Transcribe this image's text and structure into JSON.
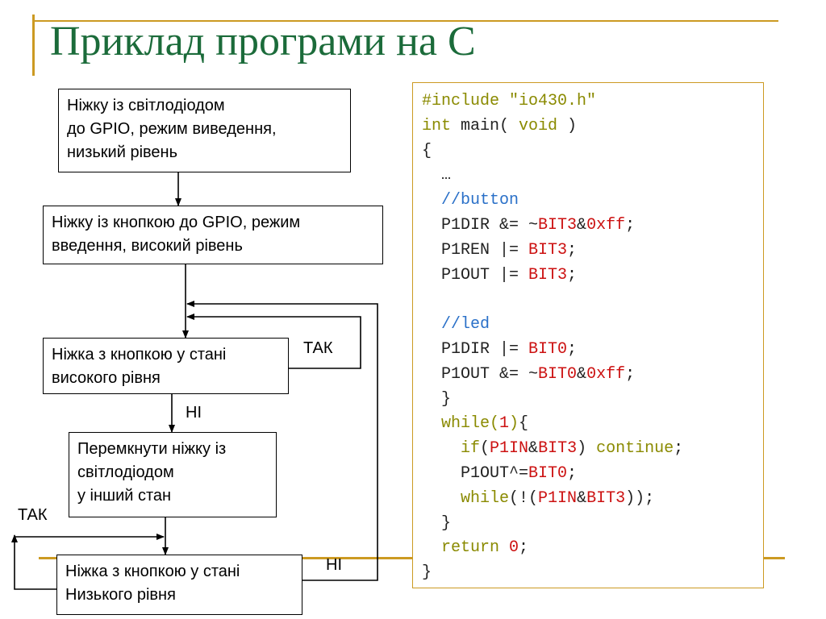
{
  "slide": {
    "title": "Приклад програми на С"
  },
  "flowchart": {
    "boxes": [
      {
        "id": "led-gpio-output",
        "text": "Ніжку із світлодіодом\nдо GPIO, режим виведення,\nнизький рівень"
      },
      {
        "id": "button-gpio-input",
        "text": "Ніжку із кнопкою до GPIO, режим\nвведення, високий рівень"
      },
      {
        "id": "button-high-check",
        "text": "Ніжка з кнопкою у стані\nвисокого рівня"
      },
      {
        "id": "toggle-led",
        "text": "Перемкнути ніжку із\nсвітлодіодом\nу інший стан"
      },
      {
        "id": "button-low-check",
        "text": "Ніжка з кнопкою у стані\nНизького рівня"
      }
    ],
    "labels": {
      "yes_1": "ТАК",
      "no_1": "НІ",
      "yes_2": "ТАК",
      "no_2": "НІ"
    }
  },
  "code": {
    "colors": {
      "default": "#222222",
      "keyword": "#8a8a00",
      "literal": "#cc1111",
      "comment": "#2a70c8"
    },
    "lines": [
      [
        [
          "kw",
          "#include \"io430.h\""
        ]
      ],
      [
        [
          "kw",
          "int"
        ],
        [
          "default",
          " main( "
        ],
        [
          "kw",
          "void"
        ],
        [
          "default",
          " )"
        ]
      ],
      [
        [
          "default",
          "{"
        ]
      ],
      [
        [
          "default",
          "  …"
        ]
      ],
      [
        [
          "com",
          "  //button"
        ]
      ],
      [
        [
          "default",
          "  P1DIR &= ~"
        ],
        [
          "red",
          "BIT3"
        ],
        [
          "default",
          "&"
        ],
        [
          "red",
          "0xff"
        ],
        [
          "default",
          ";"
        ]
      ],
      [
        [
          "default",
          "  P1REN |= "
        ],
        [
          "red",
          "BIT3"
        ],
        [
          "default",
          ";"
        ]
      ],
      [
        [
          "default",
          "  P1OUT |= "
        ],
        [
          "red",
          "BIT3"
        ],
        [
          "default",
          ";"
        ]
      ],
      [
        [
          "default",
          ""
        ]
      ],
      [
        [
          "com",
          "  //led"
        ]
      ],
      [
        [
          "default",
          "  P1DIR |= "
        ],
        [
          "red",
          "BIT0"
        ],
        [
          "default",
          ";"
        ]
      ],
      [
        [
          "default",
          "  P1OUT &= ~"
        ],
        [
          "red",
          "BIT0"
        ],
        [
          "default",
          "&"
        ],
        [
          "red",
          "0xff"
        ],
        [
          "default",
          ";"
        ]
      ],
      [
        [
          "default",
          "  }"
        ]
      ],
      [
        [
          "kw",
          "  while("
        ],
        [
          "red",
          "1"
        ],
        [
          "kw",
          ")"
        ],
        [
          "default",
          "{"
        ]
      ],
      [
        [
          "kw",
          "    if"
        ],
        [
          "default",
          "("
        ],
        [
          "red",
          "P1IN"
        ],
        [
          "default",
          "&"
        ],
        [
          "red",
          "BIT3"
        ],
        [
          "default",
          ") "
        ],
        [
          "kw",
          "continue"
        ],
        [
          "default",
          ";"
        ]
      ],
      [
        [
          "default",
          "    P1OUT^="
        ],
        [
          "red",
          "BIT0"
        ],
        [
          "default",
          ";"
        ]
      ],
      [
        [
          "kw",
          "    while"
        ],
        [
          "default",
          "(!("
        ],
        [
          "red",
          "P1IN"
        ],
        [
          "default",
          "&"
        ],
        [
          "red",
          "BIT3"
        ],
        [
          "default",
          "));"
        ]
      ],
      [
        [
          "default",
          "  }"
        ]
      ],
      [
        [
          "kw",
          "  return"
        ],
        [
          "default",
          " "
        ],
        [
          "red",
          "0"
        ],
        [
          "default",
          ";"
        ]
      ],
      [
        [
          "default",
          "}"
        ]
      ]
    ]
  }
}
